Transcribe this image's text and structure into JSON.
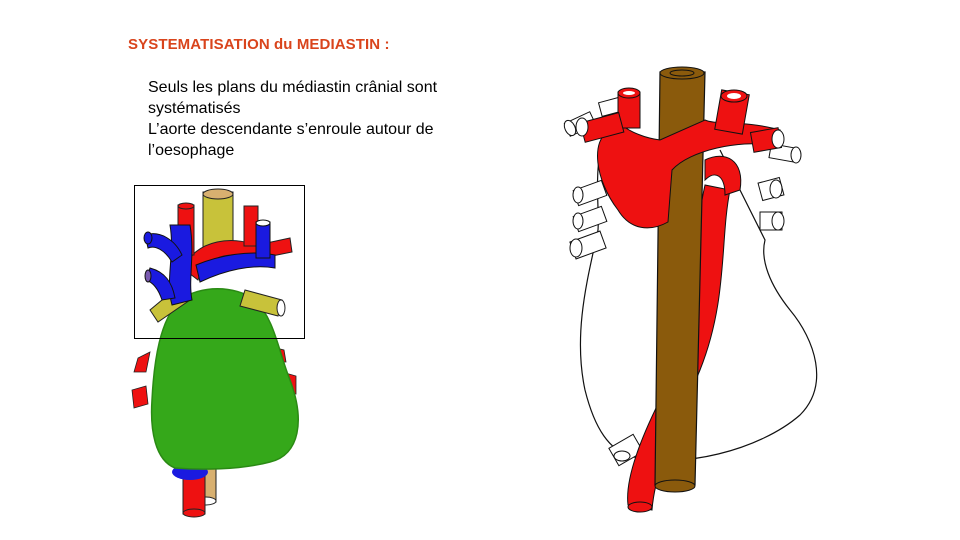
{
  "slide": {
    "title": "SYSTEMATISATION du MEDIASTIN :",
    "lines": [
      "Seuls les plans du médiastin crânial sont systématisés",
      "L’aorte descendante s’enroule autour de l’oesophage"
    ]
  },
  "colors": {
    "title": "#d9441c",
    "artery": "#ee1111",
    "vein": "#1a1ae0",
    "heart": "#35a81a",
    "trachea": "#c8c23a",
    "esophagus": "#8a5a0c",
    "esophagus_tan": "#d8b070"
  }
}
